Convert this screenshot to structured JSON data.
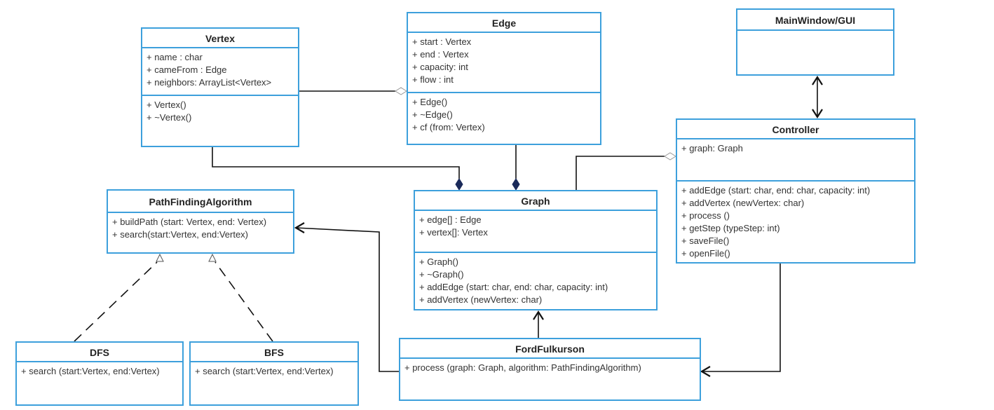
{
  "classes": {
    "vertex": {
      "name": "Vertex",
      "attributes": [
        "+ name : char",
        "+ cameFrom : Edge",
        "+ neighbors: ArrayList<Vertex>"
      ],
      "methods": [
        "+ Vertex()",
        "+ ~Vertex()"
      ]
    },
    "edge": {
      "name": "Edge",
      "attributes": [
        "+ start : Vertex",
        "+ end : Vertex",
        "+ capacity: int",
        "+ flow : int"
      ],
      "methods": [
        "+ Edge()",
        "+ ~Edge()",
        "+ cf (from: Vertex)"
      ]
    },
    "mainwindow": {
      "name": "MainWindow/GUI",
      "attributes": [],
      "methods": []
    },
    "controller": {
      "name": "Controller",
      "attributes": [
        "+ graph: Graph"
      ],
      "methods": [
        "+ addEdge (start: char, end: char, capacity: int)",
        "+ addVertex (newVertex: char)",
        "+ process ()",
        "+ getStep (typeStep: int)",
        "+ saveFile()",
        "+ openFile()"
      ]
    },
    "graph": {
      "name": "Graph",
      "attributes": [
        "+ edge[] : Edge",
        "+ vertex[]: Vertex"
      ],
      "methods": [
        "+ Graph()",
        "+ ~Graph()",
        "+ addEdge (start: char, end: char, capacity: int)",
        "+ addVertex (newVertex: char)"
      ]
    },
    "pathfinding": {
      "name": "PathFindingAlgorithm",
      "attributes": [],
      "methods": [
        "+ buildPath (start: Vertex, end: Vertex)",
        "+ search(start:Vertex, end:Vertex)"
      ]
    },
    "dfs": {
      "name": "DFS",
      "attributes": [],
      "methods": [
        "+ search (start:Vertex, end:Vertex)"
      ]
    },
    "bfs": {
      "name": "BFS",
      "attributes": [],
      "methods": [
        "+ search (start:Vertex, end:Vertex)"
      ]
    },
    "fordfulkurson": {
      "name": "FordFulkurson",
      "attributes": [],
      "methods": [
        "+ process (graph: Graph, algorithm: PathFindingAlgorithm)"
      ]
    }
  },
  "relationships": [
    {
      "id": "vertex-edge",
      "from": "vertex",
      "to": "edge",
      "type": "aggregation"
    },
    {
      "id": "vertex-graph",
      "from": "vertex",
      "to": "graph",
      "type": "composition"
    },
    {
      "id": "edge-graph",
      "from": "edge",
      "to": "graph",
      "type": "composition"
    },
    {
      "id": "graph-controller",
      "from": "graph",
      "to": "controller",
      "type": "aggregation"
    },
    {
      "id": "mainwindow-controller",
      "from": "mainwindow",
      "to": "controller",
      "type": "bidirectional-association"
    },
    {
      "id": "controller-fordfulkurson",
      "from": "controller",
      "to": "fordfulkurson",
      "type": "association"
    },
    {
      "id": "fordfulkurson-graph",
      "from": "fordfulkurson",
      "to": "graph",
      "type": "association"
    },
    {
      "id": "fordfulkurson-pathfinding",
      "from": "fordfulkurson",
      "to": "pathfinding",
      "type": "association"
    },
    {
      "id": "dfs-pathfinding",
      "from": "dfs",
      "to": "pathfinding",
      "type": "realization"
    },
    {
      "id": "bfs-pathfinding",
      "from": "bfs",
      "to": "pathfinding",
      "type": "realization"
    }
  ],
  "colors": {
    "box_border": "#3da0dc",
    "line": "#111111",
    "diamond_filled": "#1a2a5a",
    "diamond_hollow": "#ffffff"
  }
}
